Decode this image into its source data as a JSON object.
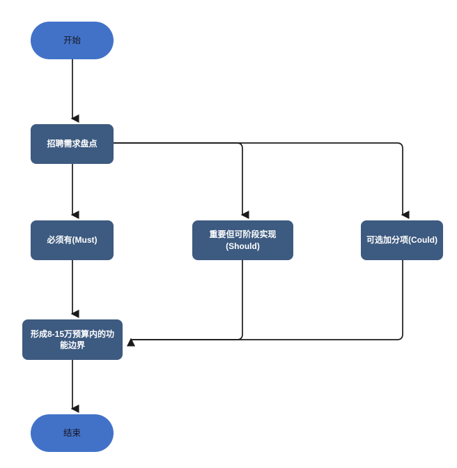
{
  "diagram": {
    "type": "flowchart",
    "direction": "top-to-bottom",
    "background_color": "#ffffff",
    "palette": {
      "terminator_fill": "#4272c8",
      "terminator_text": "#16171f",
      "process_fill": "#3d5a80",
      "process_text": "#ffffff",
      "edge_stroke": "#1a1a1a"
    },
    "nodes": [
      {
        "id": "start",
        "label": "开始",
        "shape": "stadium"
      },
      {
        "id": "intake",
        "label": "招聘需求盘点",
        "shape": "rounded-rect"
      },
      {
        "id": "must",
        "label": "必须有(Must)",
        "shape": "rounded-rect"
      },
      {
        "id": "should",
        "label": "重要但可阶段实现(Should)",
        "shape": "rounded-rect"
      },
      {
        "id": "could",
        "label": "可选加分项(Could)",
        "shape": "rounded-rect"
      },
      {
        "id": "boundary",
        "label": "形成8-15万预算内的功能边界",
        "shape": "rounded-rect"
      },
      {
        "id": "end",
        "label": "结束",
        "shape": "stadium"
      }
    ],
    "edges": [
      {
        "from": "start",
        "to": "intake",
        "label": ""
      },
      {
        "from": "intake",
        "to": "must",
        "label": ""
      },
      {
        "from": "intake",
        "to": "should",
        "label": ""
      },
      {
        "from": "intake",
        "to": "could",
        "label": ""
      },
      {
        "from": "must",
        "to": "boundary",
        "label": ""
      },
      {
        "from": "should",
        "to": "boundary",
        "label": ""
      },
      {
        "from": "could",
        "to": "boundary",
        "label": ""
      },
      {
        "from": "boundary",
        "to": "end",
        "label": ""
      }
    ]
  }
}
